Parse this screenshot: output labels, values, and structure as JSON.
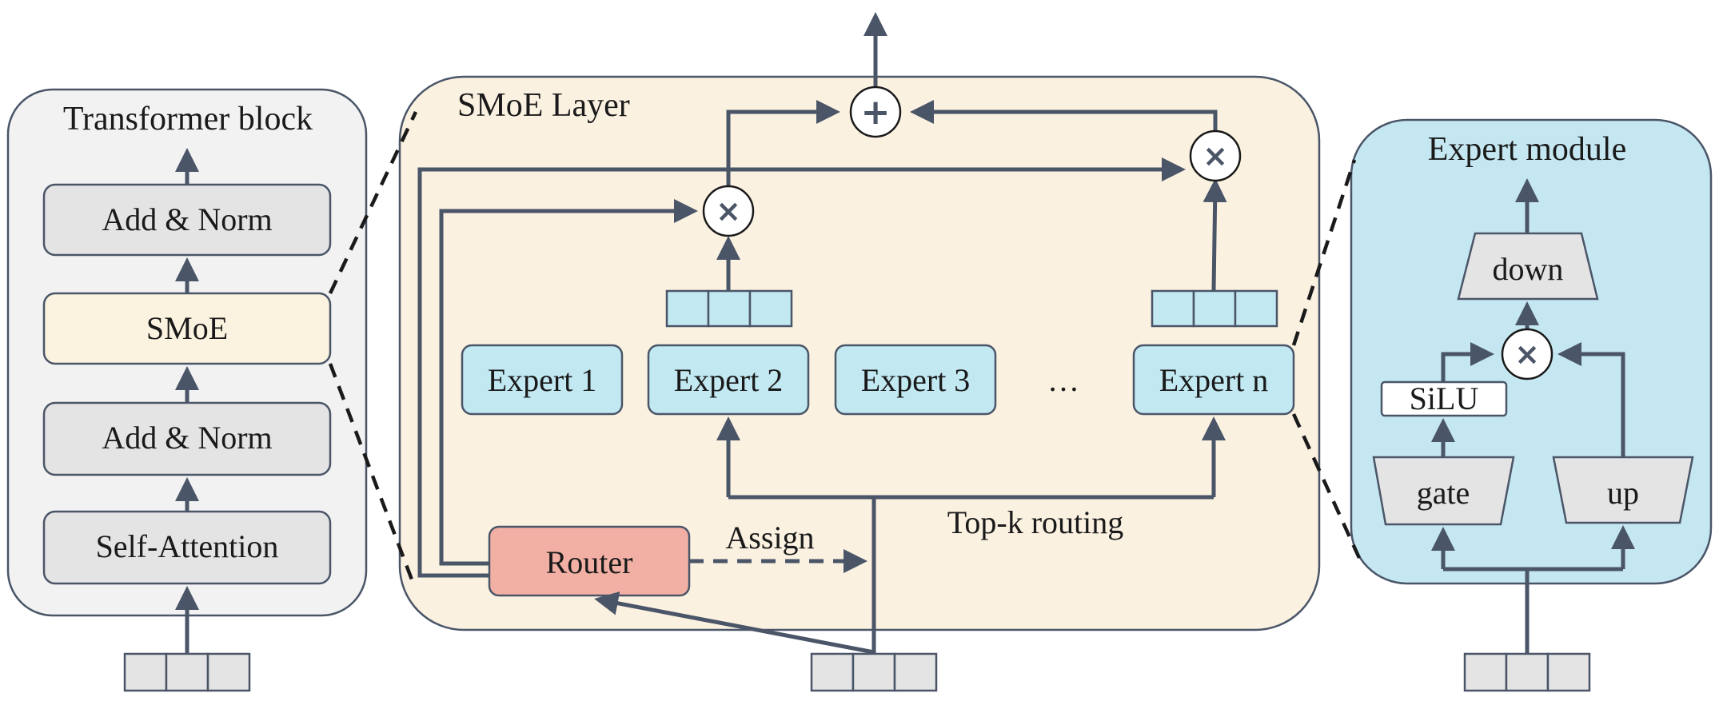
{
  "transformer": {
    "title": "Transformer block",
    "blocks": [
      "Self-Attention",
      "Add & Norm",
      "SMoE",
      "Add & Norm"
    ]
  },
  "smoe": {
    "title": "SMoE Layer",
    "experts": [
      "Expert 1",
      "Expert 2",
      "Expert 3",
      "Expert n"
    ],
    "ellipsis": "…",
    "router": "Router",
    "assign": "Assign",
    "routing": "Top-k routing"
  },
  "expert_module": {
    "title": "Expert module",
    "down": "down",
    "silu": "SiLU",
    "gate": "gate",
    "up": "up"
  },
  "symbols": {
    "plus": "+",
    "times": "×"
  },
  "colors": {
    "stroke": "#4a5568",
    "transformer_bg": "#f2f2f2",
    "smoe_bg": "#fbf1e1",
    "expert_module_bg": "#c5e7f1",
    "gray_block": "#e4e4e4",
    "smoe_block": "#fbf3e0",
    "expert_fill": "#c2e8f2",
    "router_fill": "#f2b0a4"
  }
}
